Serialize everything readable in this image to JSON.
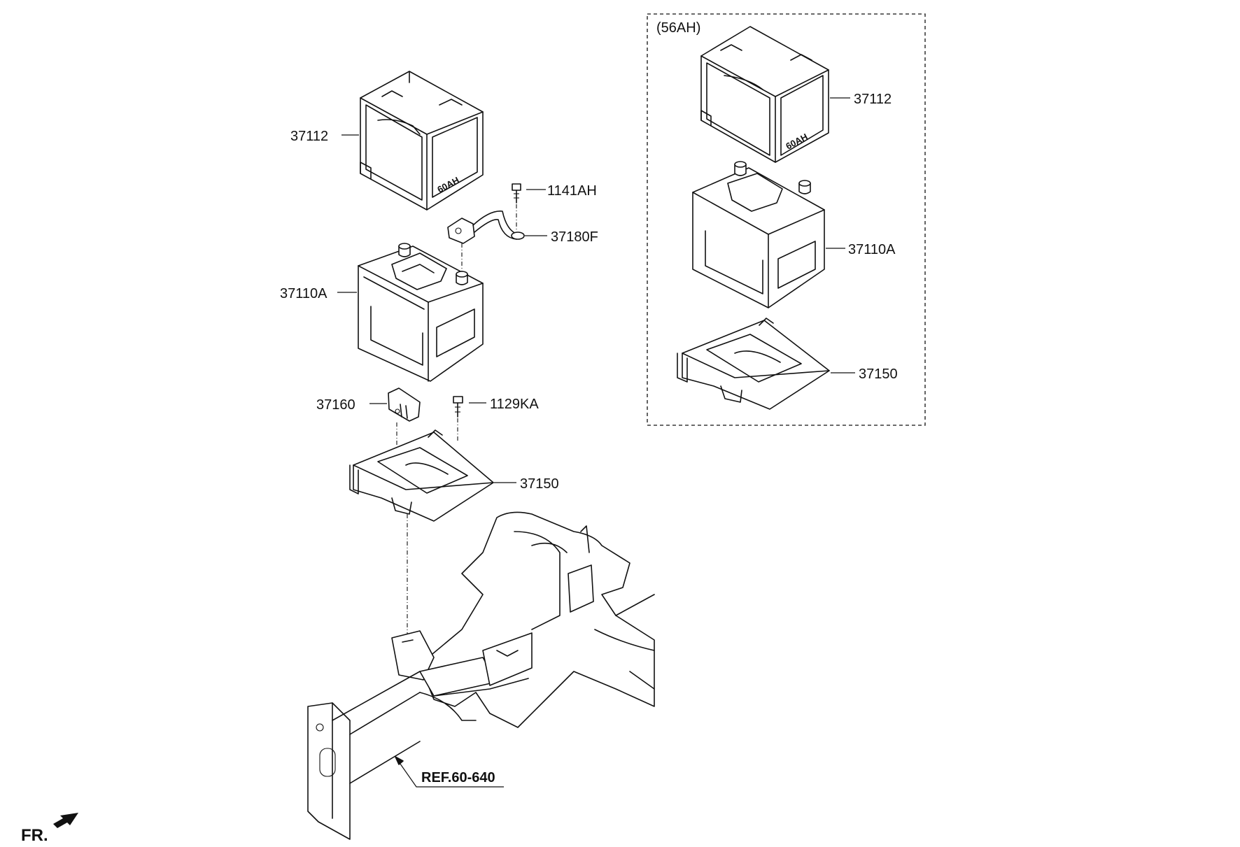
{
  "diagram": {
    "group_label": "(56AH)",
    "main_labels": {
      "tray_cover": "37112",
      "battery": "37110A",
      "bolt_top": "1141AH",
      "cable": "37180F",
      "clamp": "37160",
      "bolt_bottom": "1129KA",
      "tray": "37150"
    },
    "alt_labels": {
      "tray_cover": "37112",
      "battery": "37110A",
      "tray": "37150"
    },
    "cover_stamp": "60AH",
    "alt_cover_stamp": "60AH",
    "reference": "REF.60-640",
    "front_indicator": "FR."
  }
}
